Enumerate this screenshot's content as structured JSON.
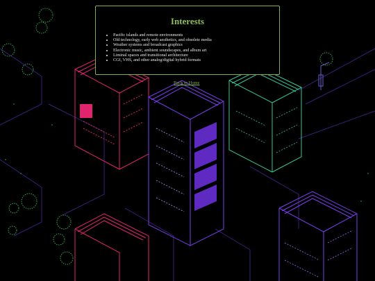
{
  "page": {
    "heading": "Interests",
    "items": [
      "Pacific islands and remote environments",
      "Old technology, early web aesthetics, and obsolete media",
      "Weather systems and broadcast graphics",
      "Electronic music, ambient soundscapes, and album art",
      "Liminal spaces and transitional architecture",
      "CGI, VHS, and other analog/digital hybrid formats"
    ],
    "back_link": "Back to Home"
  },
  "colors": {
    "accent": "#8fbf4f",
    "background": "#000000",
    "building_pink": "#e0246e",
    "building_purple": "#7a3df0",
    "building_teal": "#35c79a"
  }
}
